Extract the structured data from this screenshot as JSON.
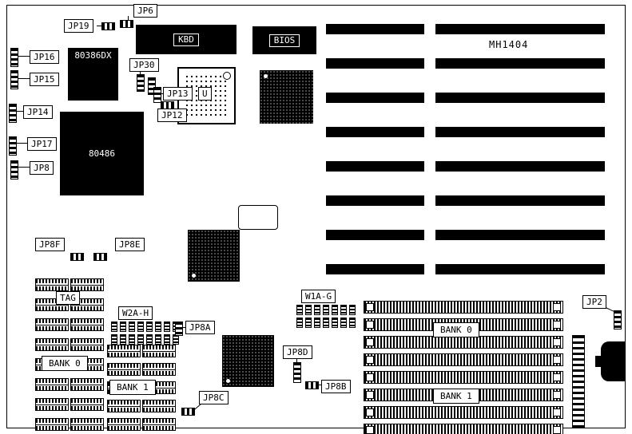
{
  "board": {
    "model_label": "MH1404"
  },
  "chips": {
    "kbd": "KBD",
    "bios": "BIOS",
    "cpu_386": "80386DX",
    "cpu_486": "80486",
    "socket_u": "U"
  },
  "jumper_labels": {
    "jp6": "JP6",
    "jp19": "JP19",
    "jp16": "JP16",
    "jp15": "JP15",
    "jp30": "JP30",
    "jp13": "JP13",
    "jp12": "JP12",
    "jp14": "JP14",
    "jp17": "JP17",
    "jp8": "JP8",
    "jp8f": "JP8F",
    "jp8e": "JP8E",
    "jp8a": "JP8A",
    "jp8b": "JP8B",
    "jp8c": "JP8C",
    "jp8d": "JP8D",
    "jp2": "JP2",
    "w2ah": "W2A-H",
    "w1ag": "W1A-G"
  },
  "memory_labels": {
    "tag": "TAG",
    "dip_bank_0": "BANK 0",
    "dip_bank_1": "BANK 1",
    "simm_bank_0": "BANK 0",
    "simm_bank_1": "BANK 1"
  },
  "colors": {
    "ink": "#000000",
    "paper": "#ffffff"
  }
}
